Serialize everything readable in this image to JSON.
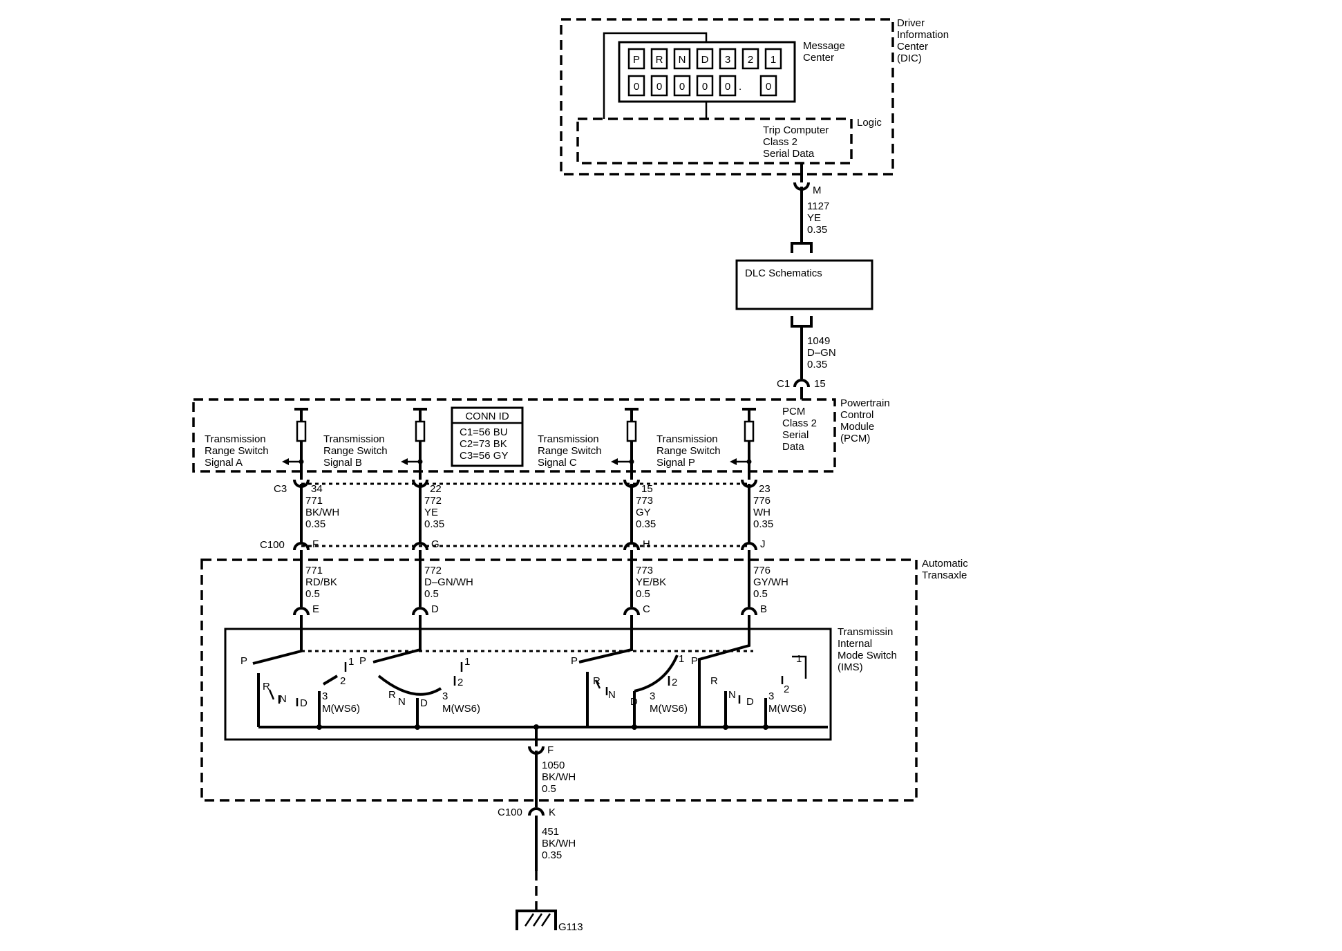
{
  "dic": {
    "label": [
      "Driver",
      "Information",
      "Center",
      "(DIC)"
    ],
    "message_center": [
      "Message",
      "Center"
    ],
    "gear_cells": [
      "P",
      "R",
      "N",
      "D",
      "3",
      "2",
      "1"
    ],
    "odo_cells": [
      "0",
      "0",
      "0",
      "0",
      "0",
      "0"
    ],
    "odo_decimal": ".",
    "logic": "Logic",
    "trip_computer": [
      "Trip Computer",
      "Class 2",
      "Serial Data"
    ],
    "pin": "M"
  },
  "wire_1127": [
    "1127",
    "YE",
    "0.35"
  ],
  "dlc": "DLC Schematics",
  "wire_1049": [
    "1049",
    "D–GN",
    "0.35"
  ],
  "c1": {
    "connector": "C1",
    "pin": "15"
  },
  "pcm": {
    "label": [
      "Powertrain",
      "Control",
      "Module",
      "(PCM)"
    ],
    "class2": [
      "PCM",
      "Class 2",
      "Serial",
      "Data"
    ],
    "signals": [
      [
        "Transmission",
        "Range Switch",
        "Signal A"
      ],
      [
        "Transmission",
        "Range Switch",
        "Signal B"
      ],
      [
        "Transmission",
        "Range Switch",
        "Signal C"
      ],
      [
        "Transmission",
        "Range Switch",
        "Signal P"
      ]
    ]
  },
  "conn_id": {
    "title": "CONN ID",
    "lines": [
      "C1=56 BU",
      "C2=73 BK",
      "C3=56 GY"
    ]
  },
  "c3_label": "C3",
  "c100_label": "C100",
  "upper_pins": [
    "34",
    "22",
    "15",
    "23"
  ],
  "upper_wires": [
    [
      "771",
      "BK/WH",
      "0.35"
    ],
    [
      "772",
      "YE",
      "0.35"
    ],
    [
      "773",
      "GY",
      "0.35"
    ],
    [
      "776",
      "WH",
      "0.35"
    ]
  ],
  "c100_pins": [
    "F",
    "G",
    "H",
    "J"
  ],
  "transaxle_label": [
    "Automatic",
    "Transaxle"
  ],
  "lower_wires": [
    [
      "771",
      "RD/BK",
      "0.5"
    ],
    [
      "772",
      "D–GN/WH",
      "0.5"
    ],
    [
      "773",
      "YE/BK",
      "0.5"
    ],
    [
      "776",
      "GY/WH",
      "0.5"
    ]
  ],
  "ims_pins": [
    "E",
    "D",
    "C",
    "B"
  ],
  "ims_label": [
    "Transmissin",
    "Internal",
    "Mode Switch",
    "(IMS)"
  ],
  "switch_labels": {
    "s1": [
      "P",
      "R",
      "N",
      "D",
      "1",
      "2",
      "3",
      "M(WS6)"
    ],
    "s2": [
      "P",
      "R",
      "N",
      "D",
      "1",
      "2",
      "3",
      "M(WS6)"
    ],
    "s3": [
      "P",
      "R",
      "N",
      "D",
      "1",
      "2",
      "3",
      "M(WS6)"
    ],
    "s4": [
      "P",
      "R",
      "N",
      "D",
      "1",
      "2",
      "3",
      "M(WS6)"
    ]
  },
  "ground_pin": "F",
  "wire_1050": [
    "1050",
    "BK/WH",
    "0.5"
  ],
  "c100_ground": {
    "connector": "C100",
    "pin": "K"
  },
  "wire_451": [
    "451",
    "BK/WH",
    "0.35"
  ],
  "ground": "G113"
}
